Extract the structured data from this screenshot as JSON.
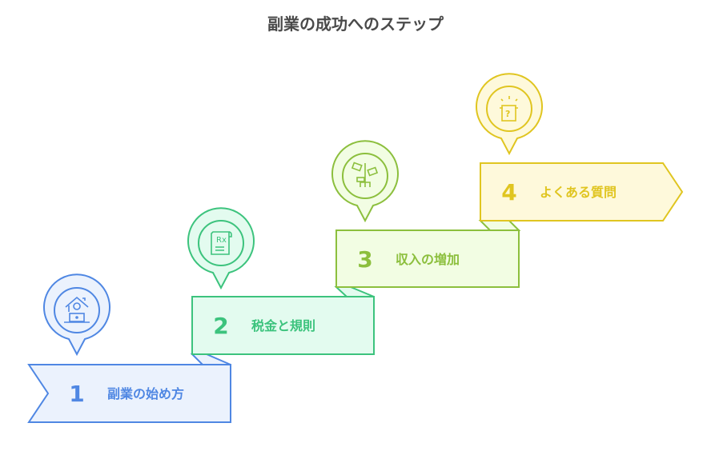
{
  "title": "副業の成功へのステップ",
  "steps": [
    {
      "number": "1",
      "label": "副業の始め方",
      "icon": "home-office-laptop-icon",
      "stroke": "#4f87e3",
      "fill": "#ebf2fd"
    },
    {
      "number": "2",
      "label": "税金と規則",
      "icon": "prescription-document-icon",
      "stroke": "#3cc37d",
      "fill": "#e3fbef"
    },
    {
      "number": "3",
      "label": "収入の増加",
      "icon": "money-plant-icon",
      "stroke": "#8cbf3d",
      "fill": "#f2fde3"
    },
    {
      "number": "4",
      "label": "よくある質問",
      "icon": "question-box-icon",
      "stroke": "#e0c520",
      "fill": "#fef9db"
    }
  ]
}
